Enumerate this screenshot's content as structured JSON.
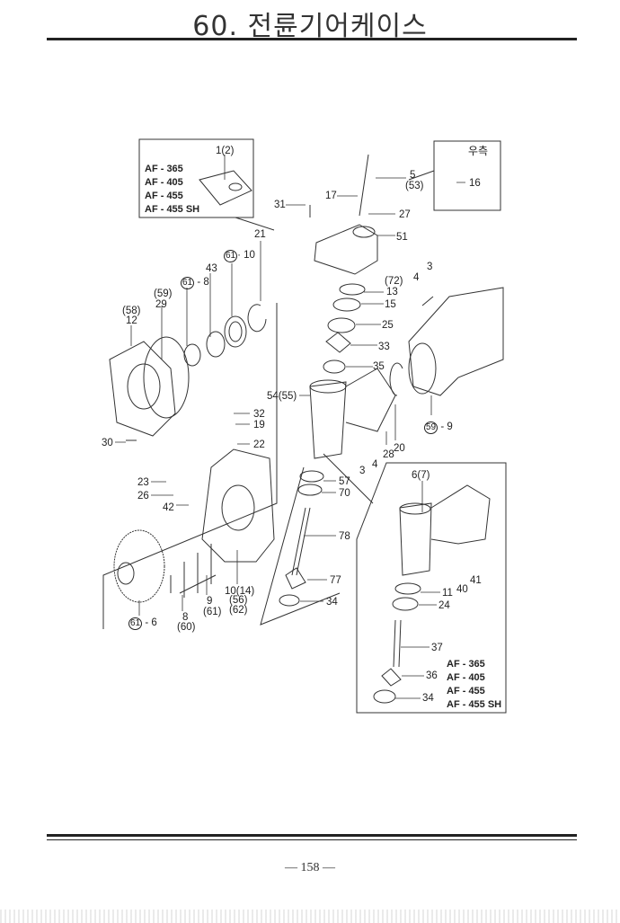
{
  "title": "60. 전륜기어케이스",
  "page_number": "— 158 —",
  "models_top_left": [
    "AF - 365",
    "AF - 405",
    "AF - 455",
    "AF - 455 SH"
  ],
  "models_bottom_right": [
    "AF - 365",
    "AF - 405",
    "AF - 455",
    "AF - 455 SH"
  ],
  "right_side_label": "우측",
  "labels": {
    "p1": "1(2)",
    "p5": "5",
    "p53": "(53)",
    "p16": "16",
    "p17": "17",
    "p31": "31",
    "p27": "27",
    "p51": "51",
    "p21": "21",
    "c61a": "61",
    "p10": "· 10",
    "p43": "43",
    "c61b": "61",
    "p8a": "- 8",
    "p59a": "(59)",
    "p29": "29",
    "p58": "(58)",
    "p12": "12",
    "p72": "(72)",
    "p13": "13",
    "p15": "15",
    "p25": "25",
    "p33": "33",
    "p3a": "3",
    "p4a": "4",
    "p35": "35",
    "p54": "54(55)",
    "c59": "59",
    "p9a": "- 9",
    "p28": "28",
    "p20": "20",
    "p3b": "3",
    "p4b": "4",
    "p32": "32",
    "p19": "19",
    "p22": "22",
    "p30": "30",
    "p23": "23",
    "p26": "26",
    "p42": "42",
    "p57": "57",
    "p70": "70",
    "p67": "6(7)",
    "p78": "78",
    "p77": "77",
    "p34a": "34",
    "p1014": "10(14)",
    "p56": "(56)",
    "p62": "(62)",
    "p9b": "9",
    "p61b": "(61)",
    "p8b": "8",
    "p60": "(60)",
    "c61c": "61",
    "p6": "- 6",
    "p11": "11",
    "p24": "24",
    "p40": "40",
    "p41": "41",
    "p37": "37",
    "p36": "36",
    "p34b": "34"
  }
}
